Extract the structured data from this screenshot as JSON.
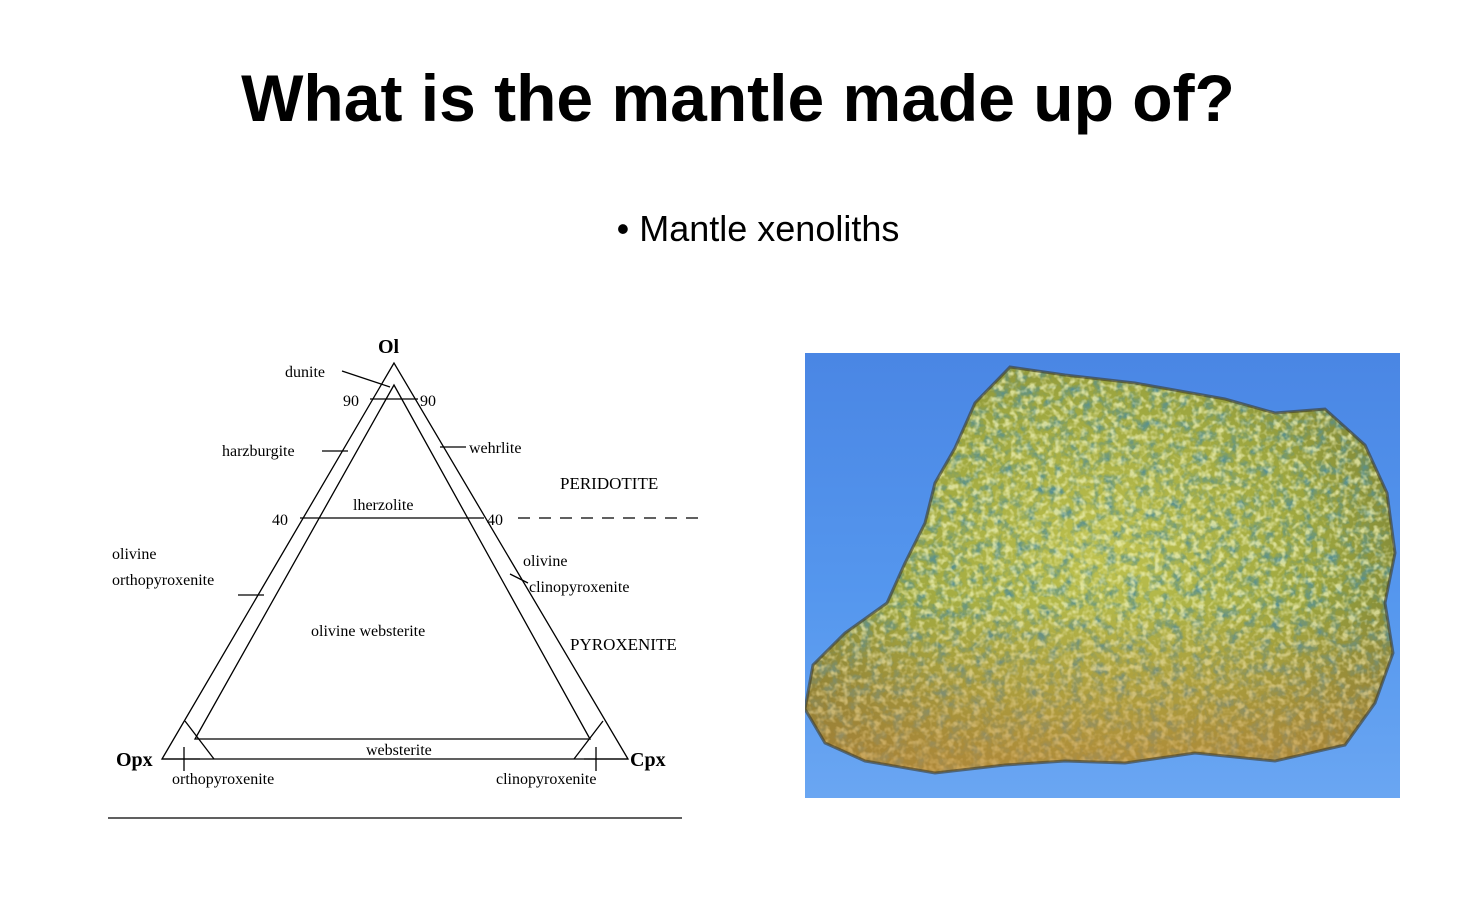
{
  "slide": {
    "title": "What is the mantle made up of?",
    "bullet_marker": "•",
    "bullet_text": "Mantle xenoliths"
  },
  "diagram": {
    "apex_top": "Ol",
    "apex_left": "Opx",
    "apex_right": "Cpx",
    "tick_90_left": "90",
    "tick_90_right": "90",
    "tick_40_left": "40",
    "tick_40_right": "40",
    "label_dunite": "dunite",
    "label_harzburgite": "harzburgite",
    "label_wehrlite": "wehrlite",
    "label_lherzolite": "lherzolite",
    "label_peridotite": "PERIDOTITE",
    "label_olivine_left": "olivine",
    "label_orthopyroxenite_left": "orthopyroxenite",
    "label_olivine_right": "olivine",
    "label_clinopyroxenite_right": "clinopyroxenite",
    "label_olivine_websterite": "olivine websterite",
    "label_pyroxenite": "PYROXENITE",
    "label_websterite": "websterite",
    "label_orthopyroxenite_bottom": "orthopyroxenite",
    "label_clinopyroxenite_bottom": "clinopyroxenite"
  },
  "photo": {
    "background_color": "#4b8be8",
    "rock_colors": [
      "#b5b84a",
      "#1f4a45",
      "#c98a3c"
    ]
  }
}
